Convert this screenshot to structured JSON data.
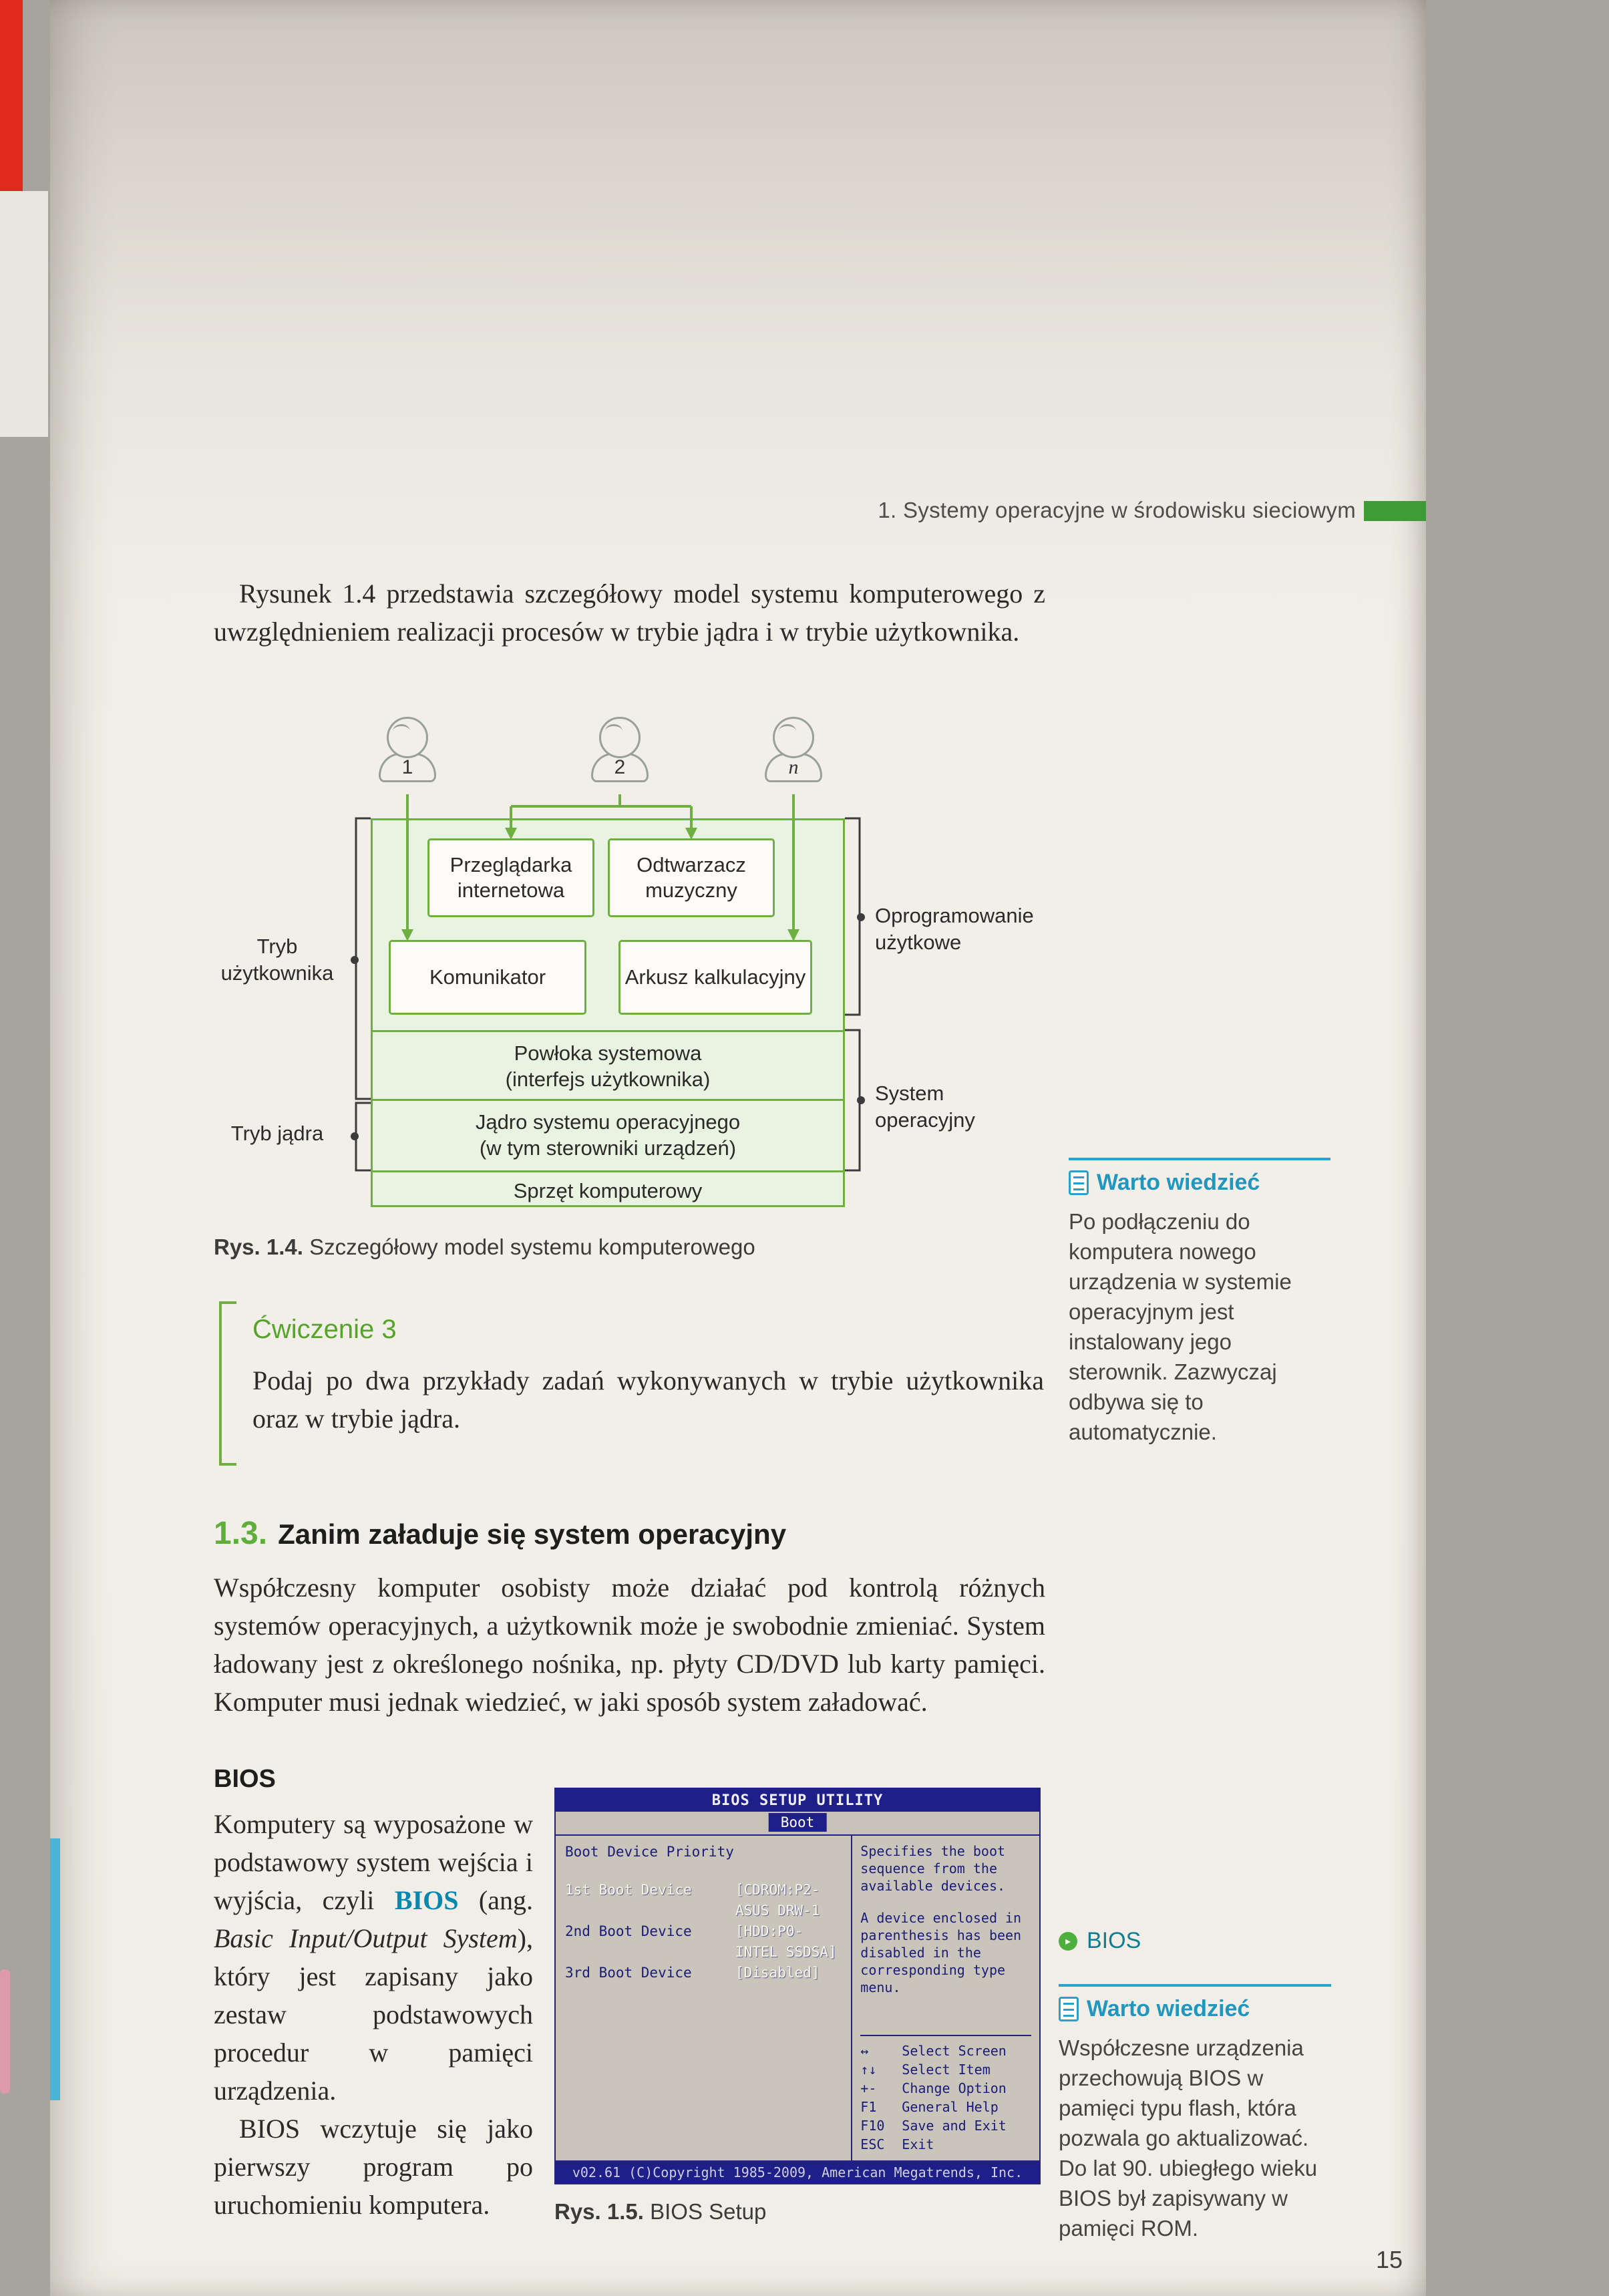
{
  "meta": {
    "header": "1. Systemy operacyjne w środowisku sieciowym",
    "page_number": "15"
  },
  "intro": {
    "text": "Rysunek 1.4 przedstawia szczegółowy model systemu komputerowego z uwzględnieniem realizacji procesów w trybie jądra i w trybie użytkownika."
  },
  "diagram": {
    "users": [
      {
        "id": "1"
      },
      {
        "id": "2"
      },
      {
        "id": "n"
      }
    ],
    "apps": {
      "browser": "Przeglądarka internetowa",
      "player": "Odtwarzacz muzyczny",
      "messenger": "Komunikator",
      "spreadsheet": "Arkusz kalkulacyjny"
    },
    "shell_line1": "Powłoka systemowa",
    "shell_line2": "(interfejs użytkownika)",
    "kernel_line1": "Jądro systemu operacyjnego",
    "kernel_line2": "(w tym sterowniki urządzeń)",
    "hardware": "Sprzęt komputerowy",
    "label_user_mode_1": "Tryb",
    "label_user_mode_2": "użytkownika",
    "label_kernel_mode": "Tryb jądra",
    "label_user_software_1": "Oprogramowanie",
    "label_user_software_2": "użytkowe",
    "label_os_1": "System",
    "label_os_2": "operacyjny",
    "caption_label": "Rys. 1.4.",
    "caption_text": "Szczegółowy model systemu komputerowego"
  },
  "know_box_1": {
    "title": "Warto wiedzieć",
    "text": "Po podłączeniu do komputera nowego urządzenia w systemie operacyjnym jest instalowany jego sterownik. Zazwyczaj odbywa się to automatycznie."
  },
  "exercise": {
    "title": "Ćwiczenie 3",
    "text": "Podaj po dwa przykłady zadań wykonywanych w trybie użytkownika oraz w trybie jądra."
  },
  "section": {
    "number": "1.3.",
    "title": "Zanim załaduje się system operacyjny",
    "paragraph": "Współczesny komputer osobisty może działać pod kontrolą różnych systemów operacyjnych, a użytkownik może je swobodnie zmieniać. System ładowany jest z określonego nośnika, np. płyty CD/DVD lub karty pamięci. Komputer musi jednak wiedzieć, w jaki sposób system załadować."
  },
  "bios_section": {
    "heading": "BIOS",
    "p1_before": "Komputery są wyposażone w podstawowy system wejścia i wyjścia, czyli ",
    "p1_term": "BIOS",
    "p1_mid": " (ang. ",
    "p1_italic": "Basic Input/Output System",
    "p1_after": "), który jest zapisany jako zestaw podstawowych procedur w pamięci urządzenia.",
    "p2": "BIOS wczytuje się jako pierwszy program po uruchomieniu komputera.",
    "margin_label": "BIOS",
    "caption_label": "Rys. 1.5.",
    "caption_text": "BIOS Setup"
  },
  "bios_screen": {
    "title": "BIOS SETUP UTILITY",
    "tab": "Boot",
    "left_title": "Boot Device Priority",
    "items": [
      {
        "label": "1st Boot Device",
        "value": "[CDROM:P2-ASUS DRW-1"
      },
      {
        "label": "2nd Boot Device",
        "value": "[HDD:P0-INTEL SSDSA]"
      },
      {
        "label": "3rd Boot Device",
        "value": "[Disabled]"
      }
    ],
    "help_text_1": "Specifies the boot sequence from the available devices.",
    "help_text_2": "A device enclosed in parenthesis has been disabled in the corresponding type menu.",
    "keys": [
      {
        "key": "↔",
        "action": "Select Screen"
      },
      {
        "key": "↑↓",
        "action": "Select Item"
      },
      {
        "key": "+-",
        "action": "Change Option"
      },
      {
        "key": "F1",
        "action": "General Help"
      },
      {
        "key": "F10",
        "action": "Save and Exit"
      },
      {
        "key": "ESC",
        "action": "Exit"
      }
    ],
    "footer": "v02.61 (C)Copyright 1985-2009, American Megatrends, Inc."
  },
  "know_box_2": {
    "title": "Warto wiedzieć",
    "text": "Współczesne urządzenia przechowują BIOS w pamięci typu flash, która pozwala go aktualizować. Do lat 90. ubiegłego wieku BIOS był zapisywany w pamięci ROM."
  }
}
